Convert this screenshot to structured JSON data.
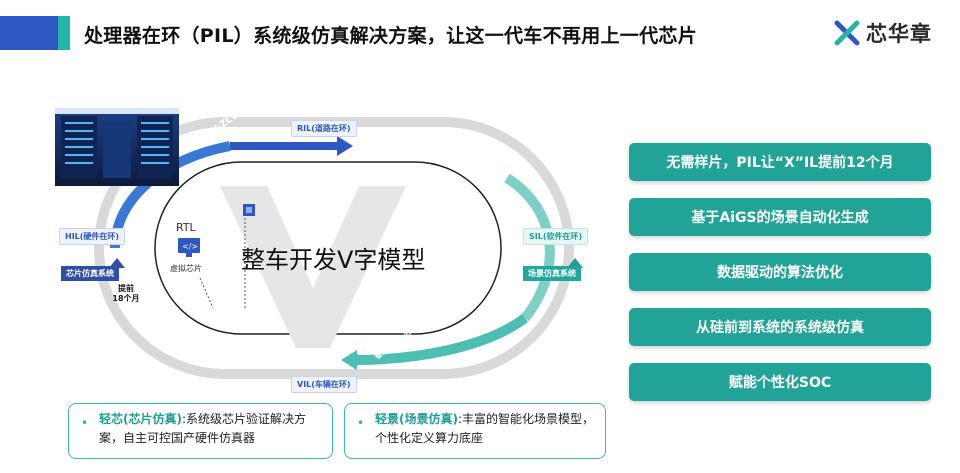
{
  "header": {
    "title": "处理器在环（PIL）系统级仿真解决方案，让这一代车不再用上一代芯片",
    "logo_text": "芯华章"
  },
  "diagram": {
    "center_title": "整车开发V字模型",
    "rtl_label": "RTL",
    "virtual_chip_label": "虚拟芯片",
    "early_badge": [
      "提前",
      "18个月"
    ],
    "arcs": {
      "top": "RIL(道路在环)",
      "left_top": "HIL(硬件在环)",
      "left_bottom": "芯片仿真系统",
      "right_top": "SIL(软件在环)",
      "right_bottom": "场景仿真系统",
      "bottom": "VIL(车辆在环)",
      "left_arrow_text": "芯片·模组·MCU·DCU·ZCU",
      "right_arrow_text": "智能·驾·舱·泊·驾·国标&行标&企标（场景研发）"
    }
  },
  "callouts": [
    {
      "highlight": "轻芯(芯片仿真)",
      "rest": ":系统级芯片验证解决方案，自主可控国产硬件仿真器"
    },
    {
      "highlight": "轻景(场景仿真)",
      "rest": ":丰富的智能化场景模型，个性化定义算力底座"
    }
  ],
  "features": [
    "无需样片，PIL让“X”IL提前12个月",
    "基于AiGS的场景自动化生成",
    "数据驱动的算法优化",
    "从硅前到系统的系统级仿真",
    "赋能个性化SOC"
  ],
  "colors": {
    "brand_blue": "#2f57c4",
    "brand_teal": "#23b5a8",
    "feature_bg": "#21a497"
  }
}
